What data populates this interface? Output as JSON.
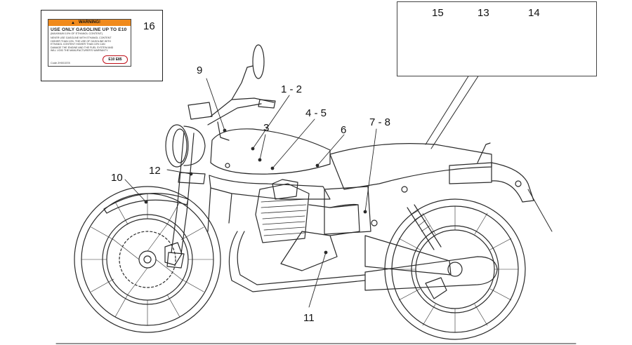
{
  "callouts": {
    "c16": "16",
    "c15": "15",
    "c13": "13",
    "c14": "14",
    "c9": "9",
    "c1_2": "1 - 2",
    "c3": "3",
    "c4_5": "4 - 5",
    "c6": "6",
    "c7_8": "7 - 8",
    "c10": "10",
    "c12": "12",
    "c11": "11"
  },
  "warning_label": {
    "header": "WARNING!",
    "title": "USE ONLY GASOLINE UP TO E10",
    "subtitle": "(MAXIMUM 10% OF ETHANOL CONTENT)",
    "body": "NEVER USE GASOLINE WITH ETHANOL CONTENT HIGHER THAN 10%. THE USE OF GASOLINE WITH ETHANOL CONTENT HIGHER THAN 10% CAN DAMAGE THE ENGINE AND THE FUEL SYSTEM AND WILL VOID THE MANUFACTURER'S WARRANTY.",
    "code": "Code 2H001578",
    "fuel_marks": "E10  E85"
  },
  "colors": {
    "line": "#2a2a2a",
    "warning_header": "#f08a1c",
    "prohibition_ring": "#c0101a"
  }
}
